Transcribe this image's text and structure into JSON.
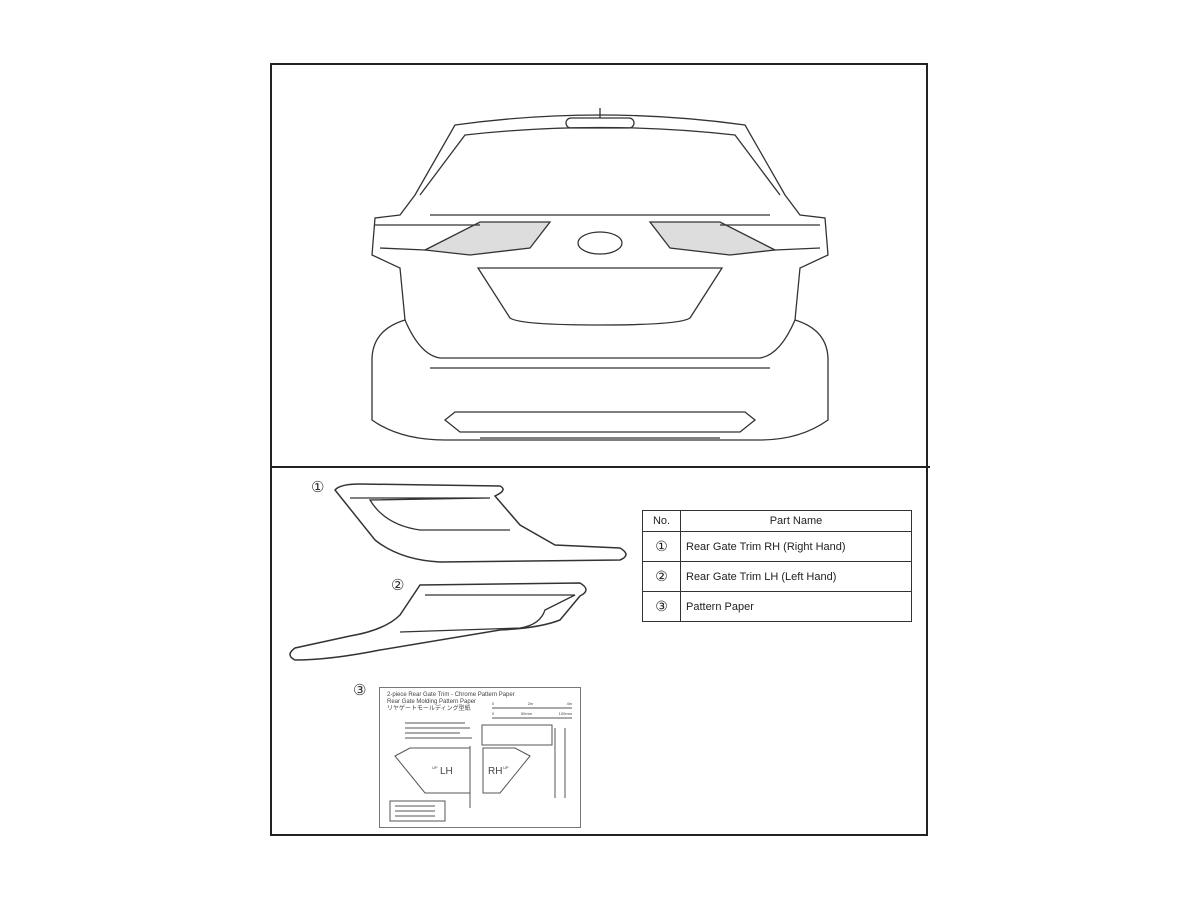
{
  "callouts": [
    "①",
    "②",
    "③"
  ],
  "table": {
    "headers": [
      "No.",
      "Part Name"
    ],
    "rows": [
      {
        "no": "①",
        "name": "Rear Gate Trim RH (Right Hand)"
      },
      {
        "no": "②",
        "name": "Rear Gate Trim LH  (Left Hand)"
      },
      {
        "no": "③",
        "name": "Pattern Paper"
      }
    ]
  },
  "pattern_paper": {
    "title1": "2-piece Rear Gate Trim - Chrome Pattern Paper",
    "title2": "Rear Gate Molding Pattern Paper",
    "title3": "リヤゲートモールディング型紙",
    "scale_in": [
      "0",
      "2in",
      "4in"
    ],
    "scale_mm": [
      "0",
      "50mm",
      "100mm"
    ],
    "lh": "LH",
    "rh": "RH",
    "up": "UP"
  }
}
